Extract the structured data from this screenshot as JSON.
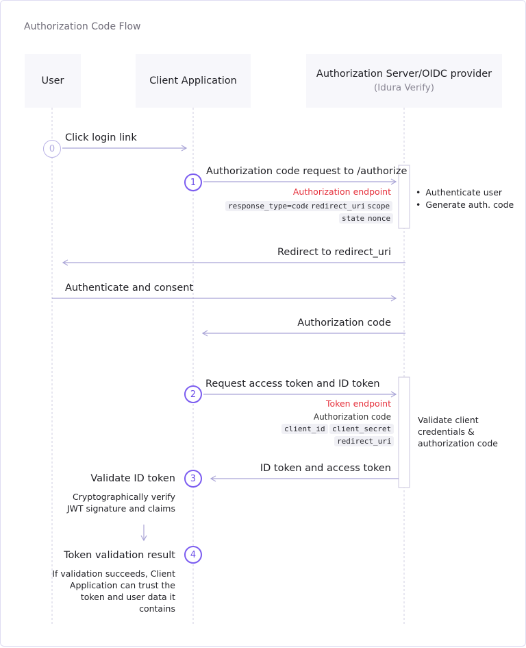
{
  "title": "Authorization Code Flow",
  "lanes": {
    "user": "User",
    "client": "Client Application",
    "server": "Authorization Server/OIDC provider",
    "server_sub": "(Idura Verify)"
  },
  "steps": {
    "s0": "0",
    "s1": "1",
    "s2": "2",
    "s3": "3",
    "s4": "4"
  },
  "messages": {
    "click_login": "Click login link",
    "auth_request": "Authorization code request to /authorize",
    "auth_endpoint": "Authorization endpoint",
    "auth_params": [
      "response_type=code",
      "redirect_uri",
      "scope",
      "state",
      "nonce"
    ],
    "redirect": "Redirect to redirect_uri",
    "authenticate_consent": "Authenticate and consent",
    "auth_code": "Authorization code",
    "request_tokens": "Request access token and ID token",
    "token_endpoint": "Token endpoint",
    "token_auth_code": "Authorization code",
    "token_params": [
      "client_id",
      "client_secret",
      "redirect_uri"
    ],
    "id_access_token": "ID token and access token"
  },
  "server_notes": {
    "auth_bullets": [
      "Authenticate user",
      "Generate auth. code"
    ],
    "validate_client": [
      "Validate client",
      "credentials &",
      "authorization code"
    ]
  },
  "client_steps": {
    "validate_title": "Validate ID token",
    "validate_desc": [
      "Cryptographically verify",
      "JWT signature and claims"
    ],
    "result_title": "Token validation result",
    "result_desc": [
      "If validation succeeds, Client",
      "Application can trust the",
      "token and user data it",
      "contains"
    ]
  },
  "colors": {
    "accent": "#7b5cf0",
    "arrow": "#a9a4d6",
    "endpoint_red": "#e5303b",
    "lane_bg": "#f7f7fb"
  }
}
